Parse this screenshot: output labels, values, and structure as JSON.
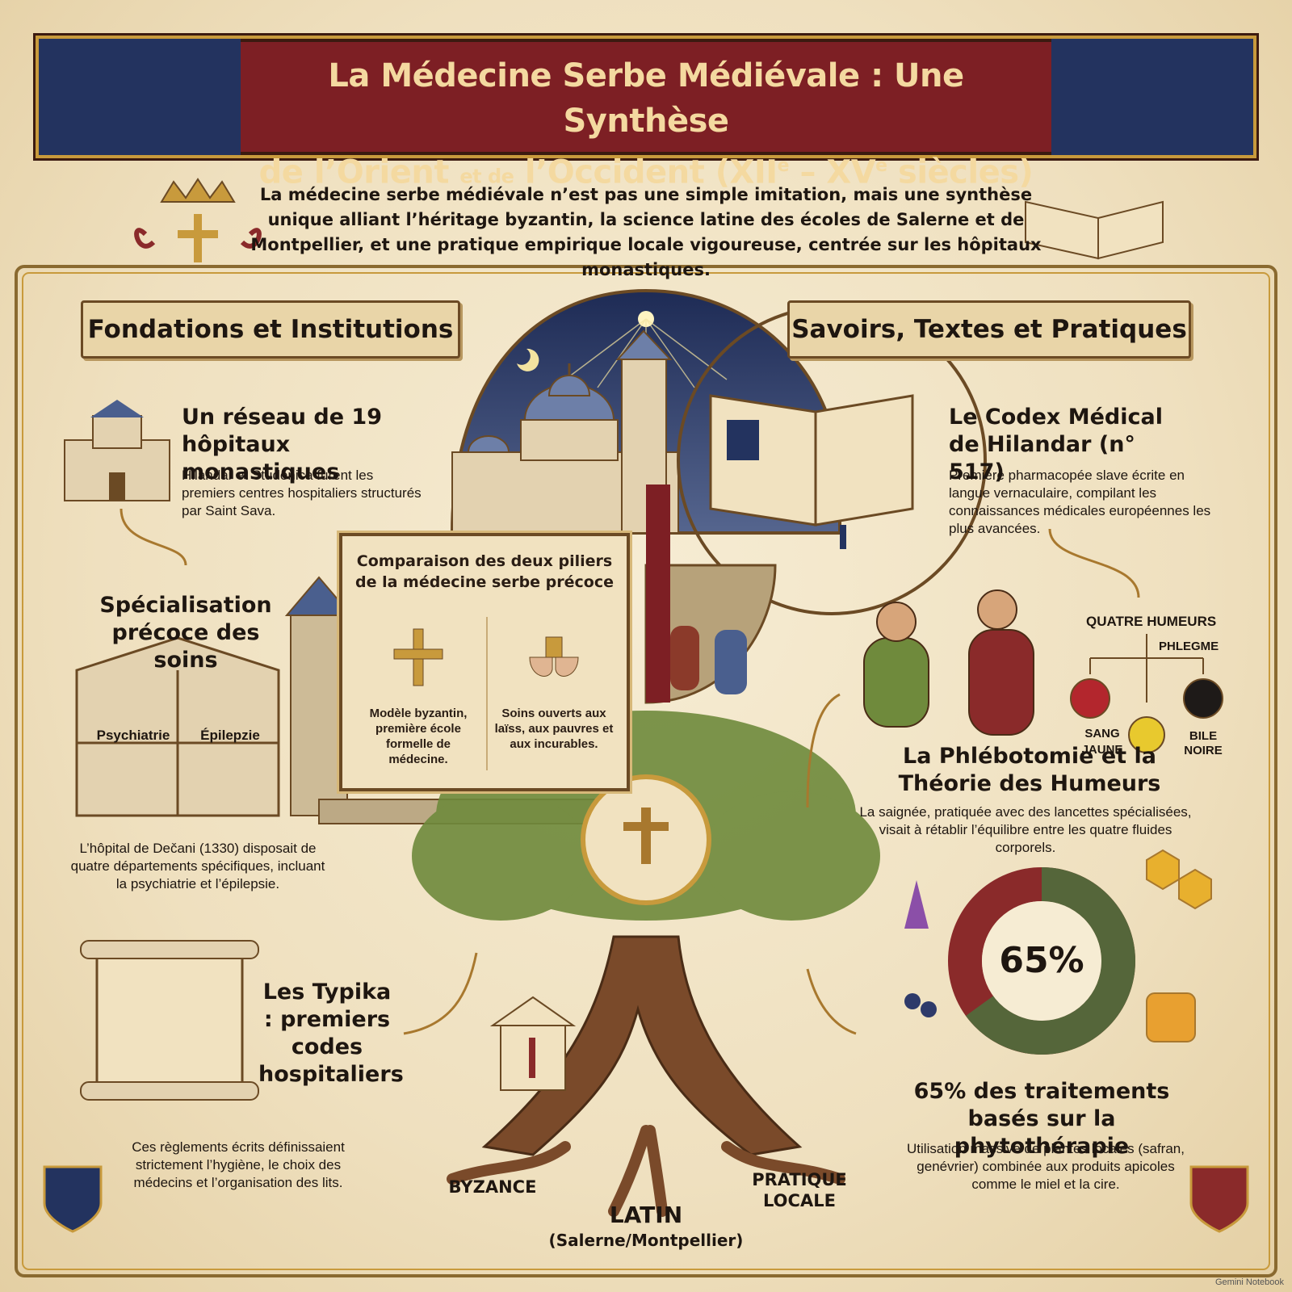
{
  "title": {
    "line1": "La Médecine Serbe Médiévale : Une Synthèse",
    "line2_a": "de l’Orient",
    "line2_b": "et de",
    "line2_c": "l’Occident (XII",
    "line2_sup1": "e",
    "line2_d": " – XV",
    "line2_sup2": "e",
    "line2_e": " siècles)"
  },
  "intro": "La médecine serbe médiévale n’est pas une simple imitation, mais une synthèse unique alliant l’héritage byzantin, la science latine des écoles de Salerne et de Montpellier, et une pratique empirique locale vigoureuse, centrée sur les hôpitaux monastiques.",
  "left": {
    "banner": "Fondations et Institutions",
    "network": {
      "title": "Un réseau de 19 hôpitaux monastiques",
      "text": "Hilandar et Studenica furent les premiers centres hospitaliers structurés par Saint Sava."
    },
    "specialisation": {
      "title": "Spécialisation précoce des soins",
      "room1": "Psychiatrie",
      "room2": "Épilepzie",
      "text": "L’hôpital de Dečani (1330) disposait de quatre départements spécifiques, incluant la psychiatrie et l’épilepsie."
    },
    "typika": {
      "title": "Les Typika : premiers codes hospitaliers",
      "text": "Ces règlements écrits définissaient strictement l’hygiène, le choix des médecins et l’organisation des lits."
    }
  },
  "center": {
    "panel_title": "Comparaison des deux piliers de la médecine serbe précoce",
    "col1": "Modèle byzantin, première école formelle de médecine.",
    "col2": "Soins ouverts aux laïss, aux pauvres et aux incurables.",
    "roots": {
      "left": "BYZANCE",
      "right": "PRATIQUE LOCALE",
      "bottom": "LATIN",
      "bottom_sub": "(Salerne/Montpellier)"
    }
  },
  "right": {
    "banner": "Savoirs, Textes et Pratiques",
    "codex": {
      "title": "Le Codex Médical de Hilandar (n° 517)",
      "text": "Première pharmacopée slave écrite en langue vernaculaire, compilant les connaissances médicales européennes les plus avancées."
    },
    "humors": {
      "title": "QUATRE HUMEURS",
      "phlegme": "PHLEGME",
      "sang": "SANG",
      "jaune": "JAUNE",
      "bile_noire": "BILE NOIRE"
    },
    "phlebotomy": {
      "title": "La Phlébotomie et la Théorie des Humeurs",
      "text": "La saignée, pratiquée avec des lancettes spécialisées, visait à rétablir l’équilibre entre les quatre fluides corporels."
    },
    "phyto": {
      "value_label": "65%",
      "percent": 65,
      "title": "65% des traitements basés sur la phytothérapie",
      "text": "Utilisation massive de plantes locales (safran, genévrier) combinée aux produits apicoles comme le miel et la cire."
    }
  },
  "watermark": "Gemini Notebook",
  "colors": {
    "crimson": "#7d1f24",
    "navy": "#23335f",
    "gold": "#c89a3c",
    "parchment": "#efe2c4",
    "donut_green": "#55663a",
    "donut_red": "#8a2a2a"
  }
}
